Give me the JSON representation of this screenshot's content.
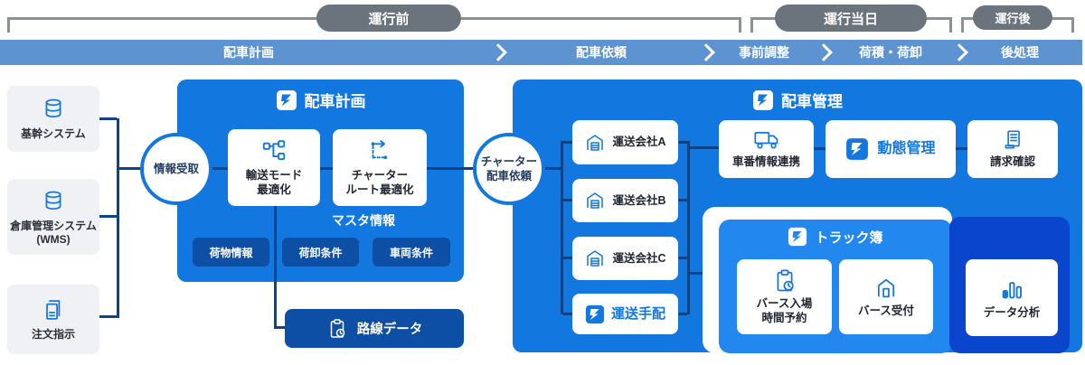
{
  "timeline": {
    "phases": [
      "運行前",
      "運行当日",
      "運行後"
    ],
    "steps": [
      "配車計画",
      "配車依頼",
      "事前調整",
      "荷積・荷卸",
      "後処理"
    ]
  },
  "sources": {
    "items": [
      {
        "label": "基幹システム",
        "icon": "database-icon"
      },
      {
        "label": "倉庫管理システム\n(WMS)",
        "icon": "database-icon"
      },
      {
        "label": "注文指示",
        "icon": "document-icon"
      }
    ]
  },
  "nodes": {
    "info_receive": "情報受取",
    "charter_request": "チャーター\n配車依頼"
  },
  "planning": {
    "title": "配車計画",
    "cards": [
      {
        "label": "輸送モード\n最適化",
        "icon": "branch-nodes-icon"
      },
      {
        "label": "チャーター\nルート最適化",
        "icon": "route-optimize-icon"
      }
    ],
    "master_label": "マスタ情報",
    "chips": [
      "荷物情報",
      "荷卸条件",
      "車両条件"
    ],
    "route_data": {
      "label": "路線データ",
      "icon": "clipboard-clock-icon"
    }
  },
  "management": {
    "title": "配車管理",
    "companies": [
      "運送会社A",
      "運送会社B",
      "運送会社C"
    ],
    "arrange": {
      "label": "運送手配",
      "icon": "logo-icon"
    },
    "vehicle_link": {
      "label": "車番情報連携",
      "icon": "truck-icon"
    },
    "tracking": {
      "label": "動態管理",
      "icon": "logo-icon"
    },
    "billing": {
      "label": "請求確認",
      "icon": "receipt-icon"
    },
    "truck_book": {
      "title": "トラック簿",
      "cards": [
        {
          "label": "バース入場\n時間予約",
          "icon": "clipboard-clock-icon"
        },
        {
          "label": "バース受付",
          "icon": "berth-house-icon"
        }
      ]
    },
    "analysis": {
      "label": "データ分析",
      "icon": "bar-chart-icon"
    }
  },
  "colors": {
    "primary_blue": "#1377e0",
    "truck_book_blue": "#2288f0",
    "deep_blue": "#0946cc",
    "navy": "#0d4fa4",
    "connector_navy": "#0d4488",
    "bar_blue": "#5e93d2",
    "pill_gray": "#6b737c"
  }
}
